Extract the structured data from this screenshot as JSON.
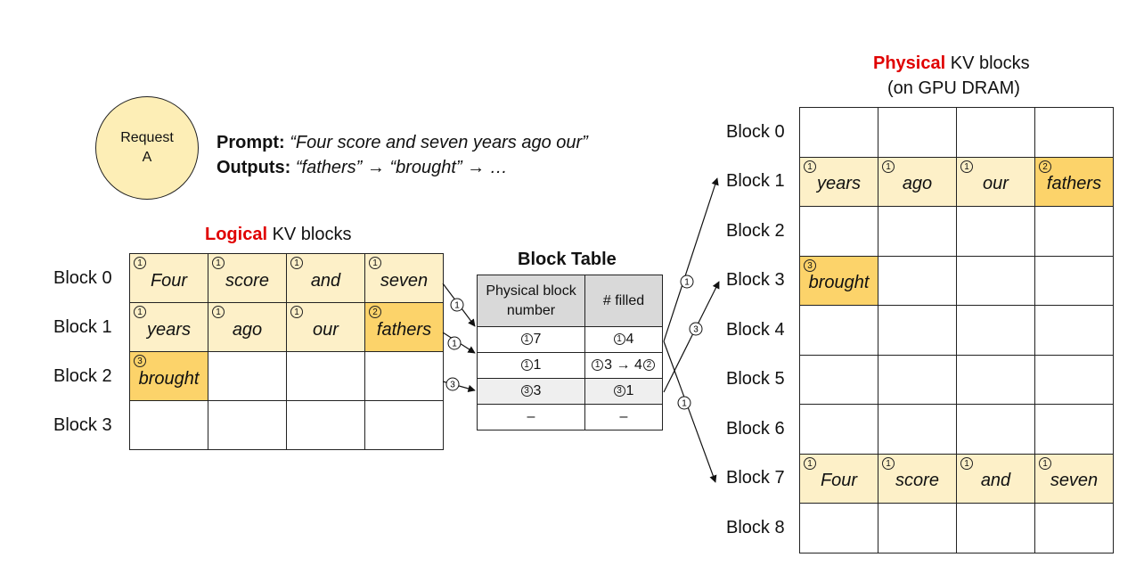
{
  "request": {
    "line1": "Request",
    "line2": "A"
  },
  "prompt": {
    "prompt_label": "Prompt:",
    "prompt_text": "“Four score and seven years ago our”",
    "outputs_label": "Outputs:",
    "outputs_text": "“fathers” → “brought” → …"
  },
  "logical": {
    "title_red": "Logical",
    "title_rest": " KV blocks",
    "rows": [
      {
        "label": "Block 0",
        "cells": [
          {
            "text": "Four",
            "badge": "1",
            "fill": "light"
          },
          {
            "text": "score",
            "badge": "1",
            "fill": "light"
          },
          {
            "text": "and",
            "badge": "1",
            "fill": "light"
          },
          {
            "text": "seven",
            "badge": "1",
            "fill": "light"
          }
        ]
      },
      {
        "label": "Block 1",
        "cells": [
          {
            "text": "years",
            "badge": "1",
            "fill": "light"
          },
          {
            "text": "ago",
            "badge": "1",
            "fill": "light"
          },
          {
            "text": "our",
            "badge": "1",
            "fill": "light"
          },
          {
            "text": "fathers",
            "badge": "2",
            "fill": "dark"
          }
        ]
      },
      {
        "label": "Block 2",
        "cells": [
          {
            "text": "brought",
            "badge": "3",
            "fill": "dark"
          },
          {
            "text": "",
            "badge": "",
            "fill": ""
          },
          {
            "text": "",
            "badge": "",
            "fill": ""
          },
          {
            "text": "",
            "badge": "",
            "fill": ""
          }
        ]
      },
      {
        "label": "Block 3",
        "cells": [
          {
            "text": "",
            "badge": "",
            "fill": ""
          },
          {
            "text": "",
            "badge": "",
            "fill": ""
          },
          {
            "text": "",
            "badge": "",
            "fill": ""
          },
          {
            "text": "",
            "badge": "",
            "fill": ""
          }
        ]
      }
    ]
  },
  "block_table": {
    "title": "Block Table",
    "headers": [
      "Physical block number",
      "# filled"
    ],
    "rows": [
      {
        "phys": "7",
        "phys_badge": "1",
        "filled": "4",
        "filled_badge": "1",
        "filled_suffix_badge": ""
      },
      {
        "phys": "1",
        "phys_badge": "1",
        "filled": "3 → 4",
        "filled_badge": "1",
        "filled_suffix_badge": "2"
      },
      {
        "phys": "3",
        "phys_badge": "3",
        "filled": "1",
        "filled_badge": "3",
        "filled_suffix_badge": ""
      },
      {
        "phys": "–",
        "phys_badge": "",
        "filled": "–",
        "filled_badge": "",
        "filled_suffix_badge": ""
      }
    ]
  },
  "physical": {
    "title_red": "Physical",
    "title_rest": " KV blocks",
    "subtitle": "(on GPU DRAM)",
    "rows": [
      {
        "label": "Block 0",
        "cells": [
          {
            "text": "",
            "badge": "",
            "fill": ""
          },
          {
            "text": "",
            "badge": "",
            "fill": ""
          },
          {
            "text": "",
            "badge": "",
            "fill": ""
          },
          {
            "text": "",
            "badge": "",
            "fill": ""
          }
        ]
      },
      {
        "label": "Block 1",
        "cells": [
          {
            "text": "years",
            "badge": "1",
            "fill": "light"
          },
          {
            "text": "ago",
            "badge": "1",
            "fill": "light"
          },
          {
            "text": "our",
            "badge": "1",
            "fill": "light"
          },
          {
            "text": "fathers",
            "badge": "2",
            "fill": "dark"
          }
        ]
      },
      {
        "label": "Block 2",
        "cells": [
          {
            "text": "",
            "badge": "",
            "fill": ""
          },
          {
            "text": "",
            "badge": "",
            "fill": ""
          },
          {
            "text": "",
            "badge": "",
            "fill": ""
          },
          {
            "text": "",
            "badge": "",
            "fill": ""
          }
        ]
      },
      {
        "label": "Block 3",
        "cells": [
          {
            "text": "brought",
            "badge": "3",
            "fill": "dark"
          },
          {
            "text": "",
            "badge": "",
            "fill": ""
          },
          {
            "text": "",
            "badge": "",
            "fill": ""
          },
          {
            "text": "",
            "badge": "",
            "fill": ""
          }
        ]
      },
      {
        "label": "Block 4",
        "cells": [
          {
            "text": "",
            "badge": "",
            "fill": ""
          },
          {
            "text": "",
            "badge": "",
            "fill": ""
          },
          {
            "text": "",
            "badge": "",
            "fill": ""
          },
          {
            "text": "",
            "badge": "",
            "fill": ""
          }
        ]
      },
      {
        "label": "Block 5",
        "cells": [
          {
            "text": "",
            "badge": "",
            "fill": ""
          },
          {
            "text": "",
            "badge": "",
            "fill": ""
          },
          {
            "text": "",
            "badge": "",
            "fill": ""
          },
          {
            "text": "",
            "badge": "",
            "fill": ""
          }
        ]
      },
      {
        "label": "Block 6",
        "cells": [
          {
            "text": "",
            "badge": "",
            "fill": ""
          },
          {
            "text": "",
            "badge": "",
            "fill": ""
          },
          {
            "text": "",
            "badge": "",
            "fill": ""
          },
          {
            "text": "",
            "badge": "",
            "fill": ""
          }
        ]
      },
      {
        "label": "Block 7",
        "cells": [
          {
            "text": "Four",
            "badge": "1",
            "fill": "light"
          },
          {
            "text": "score",
            "badge": "1",
            "fill": "light"
          },
          {
            "text": "and",
            "badge": "1",
            "fill": "light"
          },
          {
            "text": "seven",
            "badge": "1",
            "fill": "light"
          }
        ]
      },
      {
        "label": "Block 8",
        "cells": [
          {
            "text": "",
            "badge": "",
            "fill": ""
          },
          {
            "text": "",
            "badge": "",
            "fill": ""
          },
          {
            "text": "",
            "badge": "",
            "fill": ""
          },
          {
            "text": "",
            "badge": "",
            "fill": ""
          }
        ]
      }
    ]
  },
  "arrow_badges": [
    "1",
    "1",
    "3",
    "1",
    "3",
    "1"
  ],
  "colors": {
    "accent_red": "#e00000",
    "light_fill": "#fdf0c8",
    "dark_fill": "#fcd36a",
    "circle_fill": "#fdeeb6",
    "header_grey": "#d9d9d9"
  }
}
